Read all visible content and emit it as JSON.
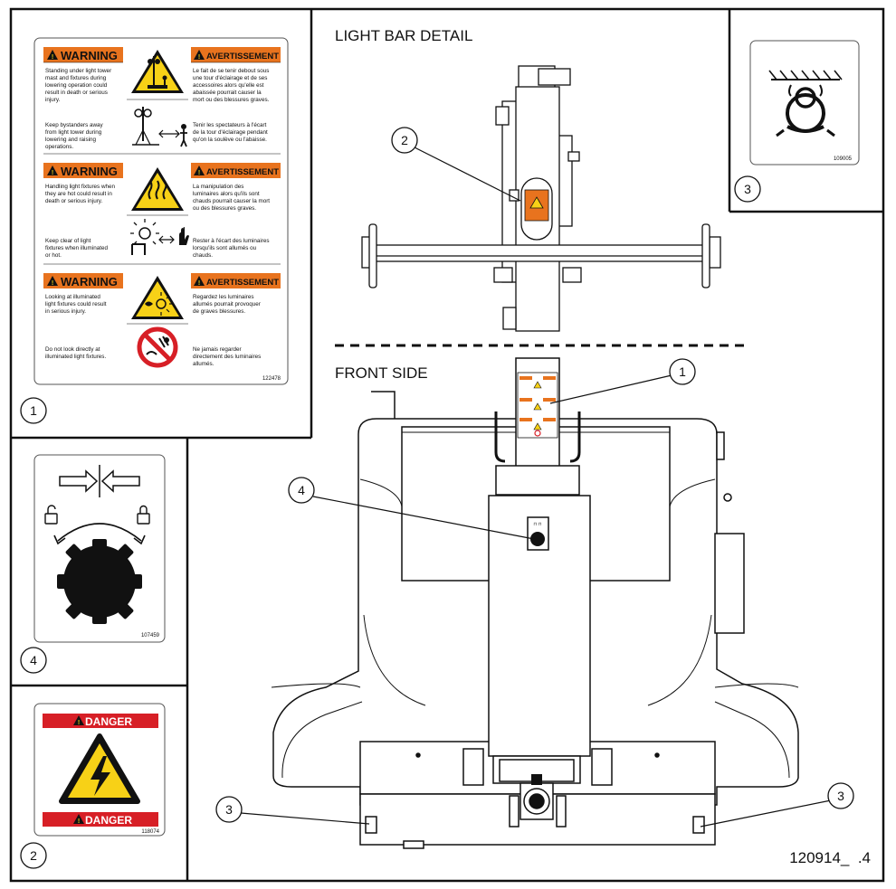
{
  "labels": {
    "light_bar_detail": "LIGHT BAR DETAIL",
    "front_side": "FRONT SIDE",
    "drawing_number": "120914_  .4"
  },
  "callouts": {
    "one": "1",
    "two": "2",
    "three": "3",
    "four": "4"
  },
  "decal_1": {
    "part_no": "122478",
    "warning_word": "WARNING",
    "avert_word": "AVERTISSEMENT",
    "row1": {
      "en_a": [
        "Standing under light tower",
        "mast and fixtures during",
        "lowering operation could",
        "result in death or serious",
        "injury."
      ],
      "en_b": [
        "Keep bystanders away",
        "from light tower during",
        "lowering and raising",
        "operations."
      ],
      "fr_a": [
        "Le fait de se tenir debout sous",
        "une tour d'éclairage et de ses",
        "accessoires alors qu'elle est",
        "abaissée pourrait causer la",
        "mort ou des blessures graves."
      ],
      "fr_b": [
        "Tenir les spectateurs à l'écart",
        "de la tour d'éclairage pendant",
        "qu'on la soulève ou l'abaisse."
      ]
    },
    "row2": {
      "en_a": [
        "Handling light fixtures when",
        "they are hot could result in",
        "death or serious injury."
      ],
      "en_b": [
        "Keep clear of light",
        "fixtures when illuminated",
        "or hot."
      ],
      "fr_a": [
        "La manipulation des",
        "luminaires alors qu'ils sont",
        "chauds pourrait causer la mort",
        "ou des blessures graves."
      ],
      "fr_b": [
        "Rester à l'écart des luminaires",
        "lorsqu'ils sont allumés ou",
        "chauds."
      ]
    },
    "row3": {
      "en_a": [
        "Looking at illuminated",
        "light fixtures could result",
        "in serious injury."
      ],
      "en_b": [
        "Do not look directly at",
        "illuminated light fixtures."
      ],
      "fr_a": [
        "Regardez les luminaires",
        "allumés pourrait provoquer",
        "de graves blessures."
      ],
      "fr_b": [
        "Ne jamais regarder",
        "directement des luminaires",
        "allumés."
      ]
    }
  },
  "decal_2": {
    "signal_word": "DANGER",
    "part_no": "118074"
  },
  "decal_3": {
    "part_no": "109005"
  },
  "decal_4": {
    "part_no": "107459"
  },
  "colors": {
    "warning_orange": "#e8731e",
    "danger_red": "#d71f26",
    "hazard_yellow": "#f7d117"
  },
  "icons": [
    "warning-triangle-icon",
    "crush-hazard-icon",
    "hot-surface-icon",
    "light-radiation-icon",
    "no-staring-icon",
    "electric-shock-icon",
    "lifting-point-icon",
    "lock-icon",
    "unlock-icon",
    "knob-icon"
  ]
}
